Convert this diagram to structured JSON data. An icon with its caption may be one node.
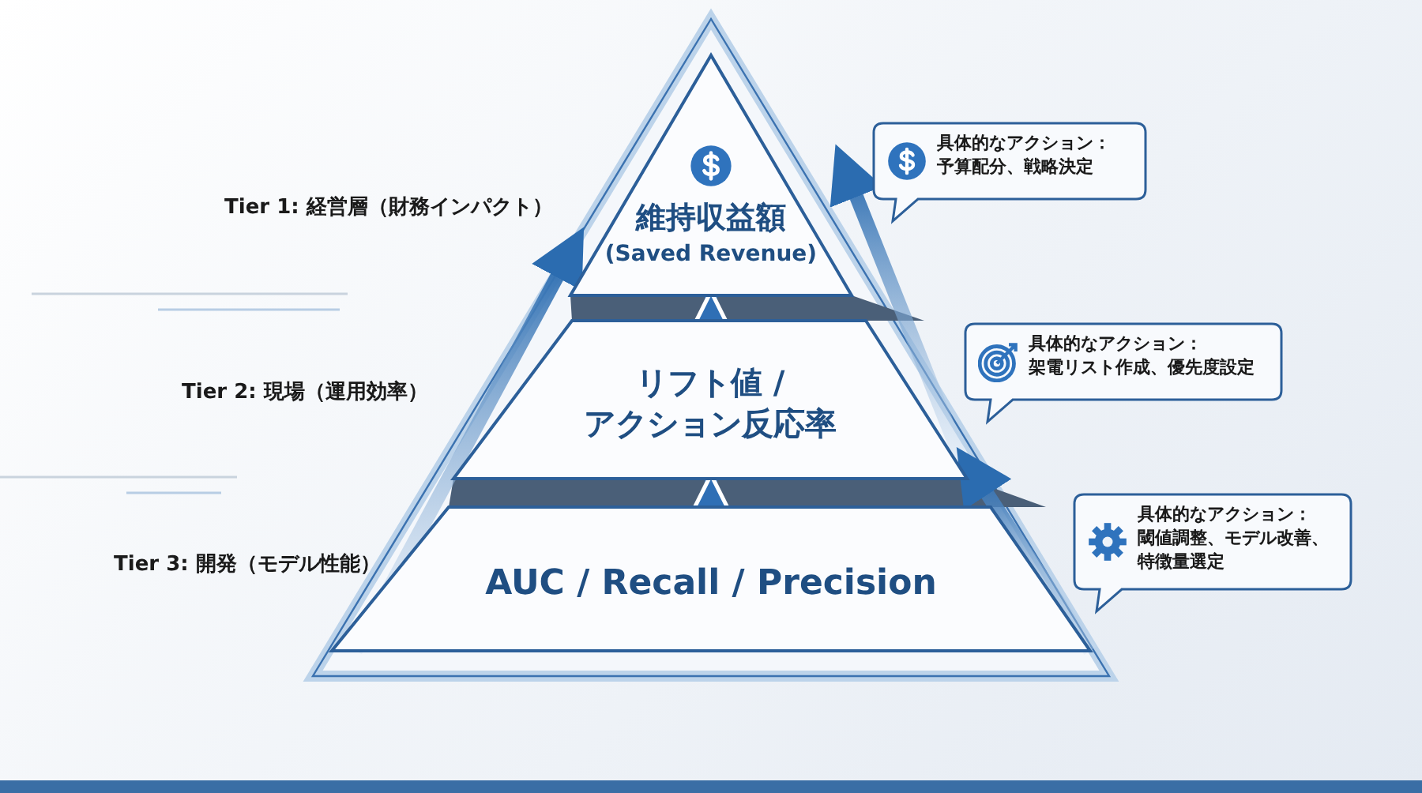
{
  "diagram": {
    "nodes": [
      {
        "text": [
          "維持収益額",
          "(Saved Revenue)"
        ]
      },
      {
        "text": [
          "リフト値 / アクション反応率"
        ]
      },
      {
        "text": [
          "AUC / Recall / Precision"
        ]
      },
      {
        "text": [
          "具体的なアクション：",
          "予算配分、戦略決定"
        ]
      },
      {
        "text": [
          "具体的なアクション：",
          "架電リスト作成、優先度設定"
        ]
      },
      {
        "text": [
          "具体的なアクション：",
          "閾値調整、モデル改善、特徴量選定"
        ]
      }
    ],
    "edges": [
      {
        "from": 2,
        "to": 1,
        "arrow": "to"
      },
      {
        "from": 1,
        "to": 0,
        "arrow": "to"
      },
      {
        "from": 2,
        "to": 0,
        "arrow": "to",
        "style": "thick"
      },
      {
        "from": 1,
        "to": 0,
        "arrow": "to",
        "style": "thick"
      },
      {
        "from": 2,
        "to": 1,
        "arrow": "to",
        "style": "thick"
      }
    ],
    "labels": [
      "Tier 1: 経営層（財務インパクト）",
      "Tier 2: 現場（運用効率）",
      "Tier 3: 開発（モデル性能）"
    ]
  }
}
